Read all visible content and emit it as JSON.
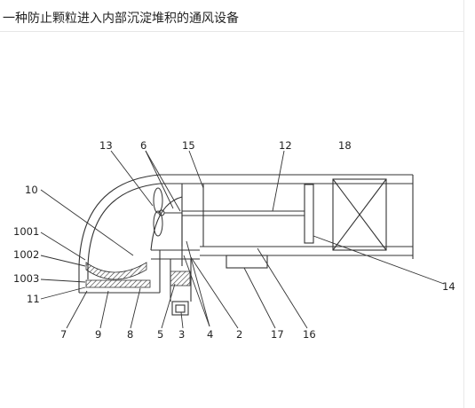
{
  "header": {
    "title": "一种防止颗粒进入内部沉淀堆积的通风设备"
  },
  "drawing": {
    "labels": {
      "l13": "13",
      "l6": "6",
      "l15": "15",
      "l12": "12",
      "l18": "18",
      "l10": "10",
      "l1001": "1001",
      "l1002": "1002",
      "l1003": "1003",
      "l11": "11",
      "l7": "7",
      "l9": "9",
      "l8": "8",
      "l5": "5",
      "l3": "3",
      "l4": "4",
      "l2": "2",
      "l17": "17",
      "l16": "16",
      "l14": "14"
    }
  }
}
